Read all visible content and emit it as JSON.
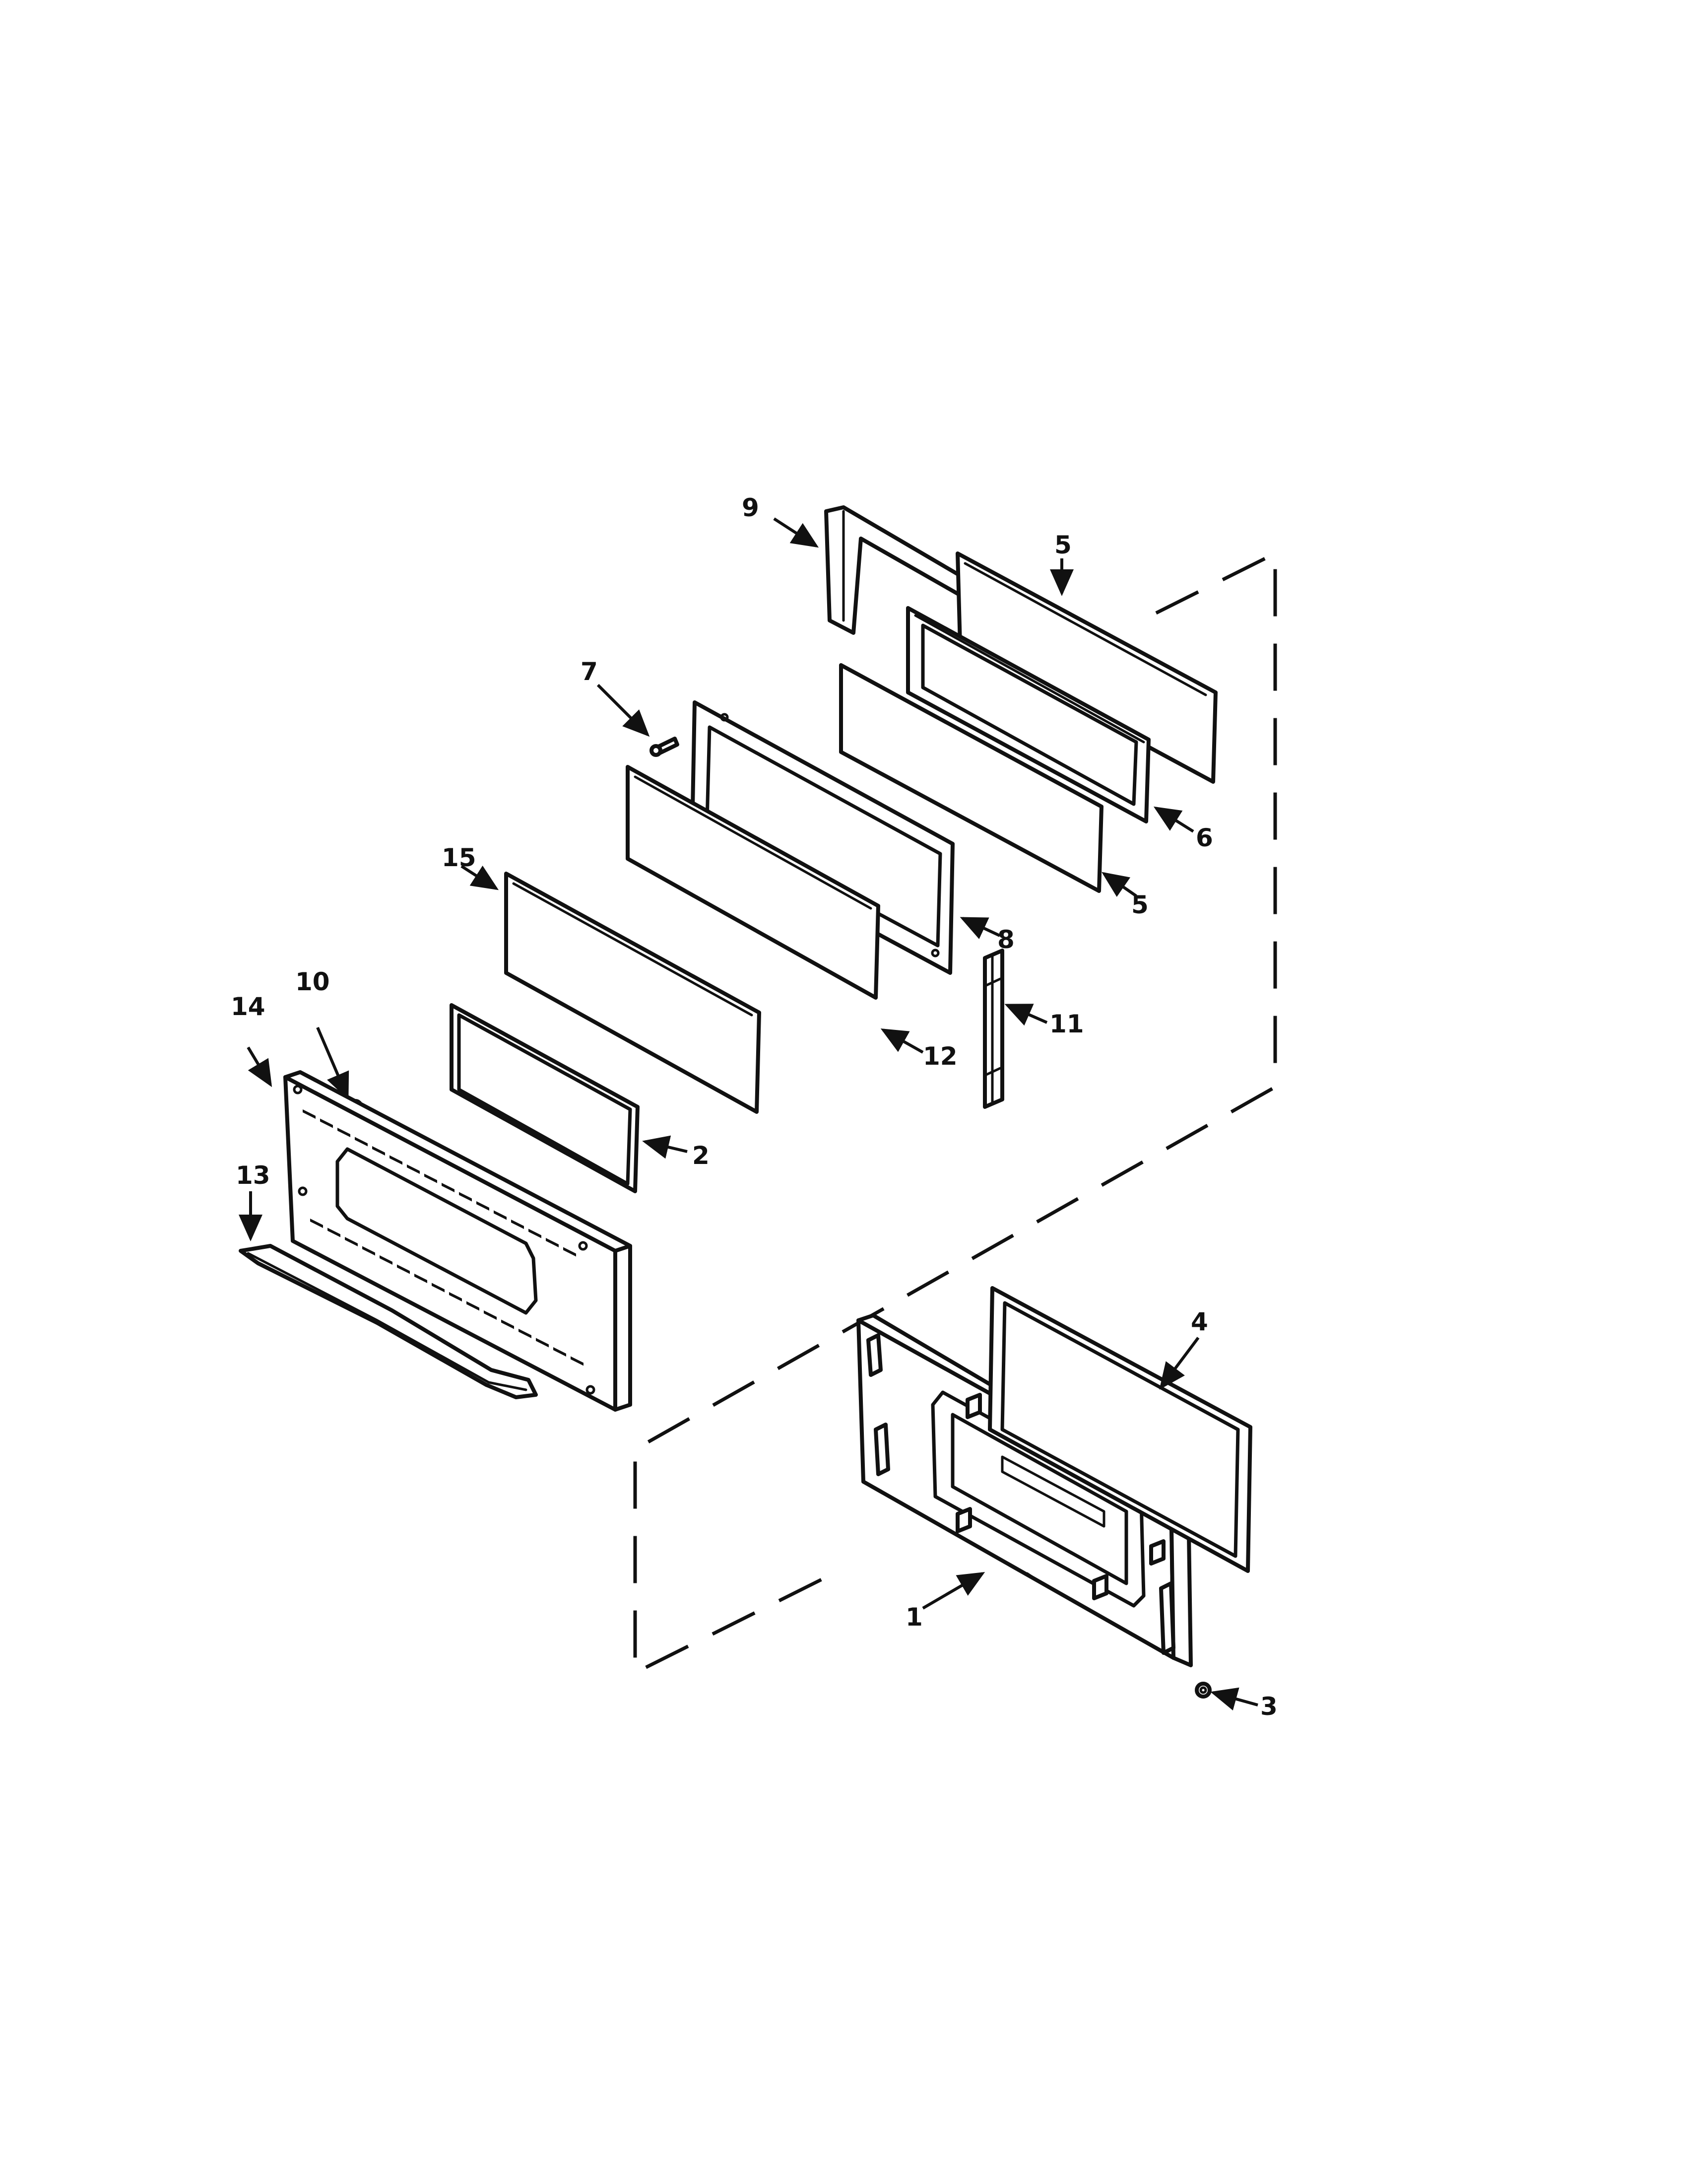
{
  "diagram": {
    "callouts": {
      "c1": "1",
      "c2": "2",
      "c3": "3",
      "c4": "4",
      "c5a": "5",
      "c5b": "5",
      "c6": "6",
      "c7": "7",
      "c8": "8",
      "c9": "9",
      "c10": "10",
      "c11": "11",
      "c12": "12",
      "c13": "13",
      "c14": "14",
      "c15": "15"
    }
  }
}
